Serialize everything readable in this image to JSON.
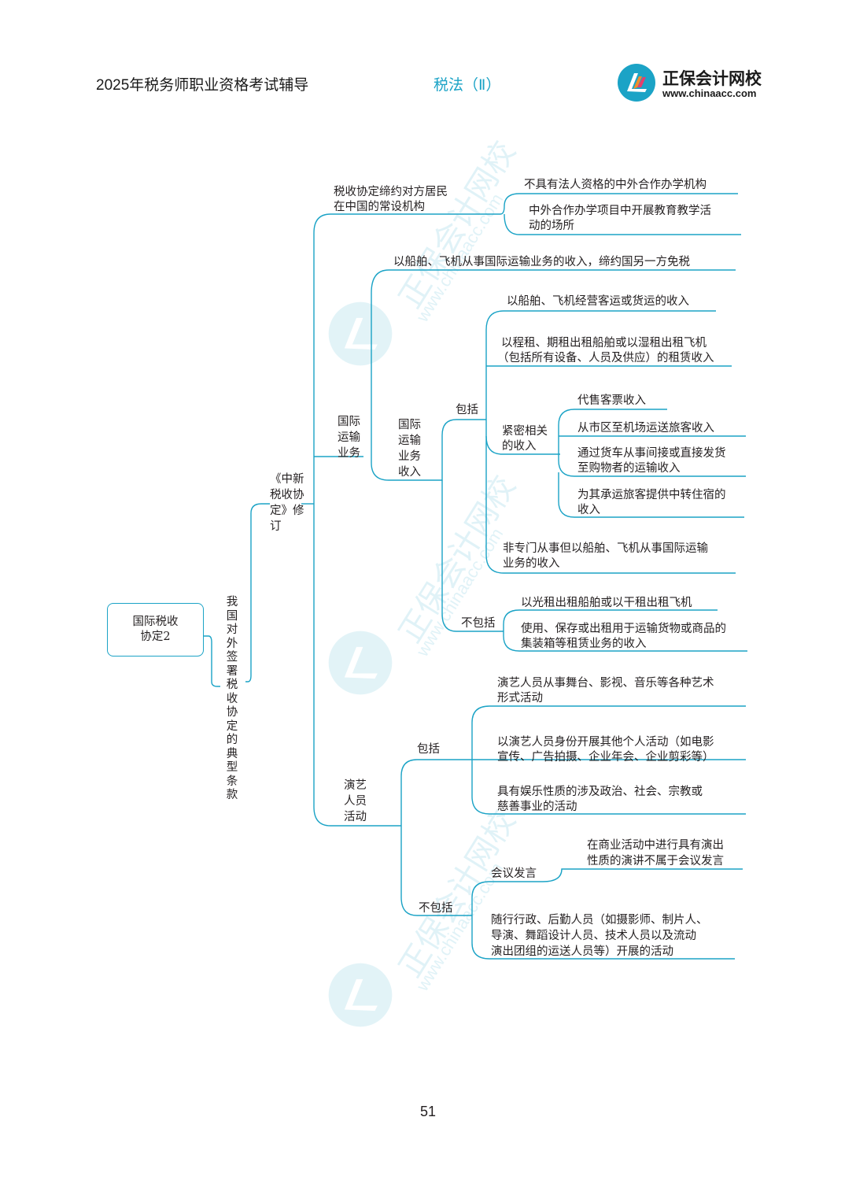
{
  "header": {
    "left_title": "2025年税务师职业资格考试辅导",
    "center_title": "税法（Ⅱ）",
    "logo_name": "正保会计网校",
    "logo_url": "www.chinaacc.com"
  },
  "watermark": {
    "name": "正保会计网校",
    "url": "www.chinaacc.com"
  },
  "colors": {
    "accent": "#1ba3c6",
    "text": "#231f20"
  },
  "mindmap": {
    "root": "国际税收协定2",
    "branch": "我国对外签署税收协定的典型条款",
    "revision": "《中新税收协定》修订",
    "pe": {
      "title": [
        "税收协定缔约对方居民",
        "在中国的常设机构"
      ],
      "items": [
        [
          "不具有法人资格的中外合作办学机构"
        ],
        [
          "中外合作办学项目中开展教育教学活",
          "动的场所"
        ]
      ]
    },
    "transport": {
      "title": "国际运输业务",
      "exempt": "以船舶、飞机从事国际运输业务的收入，缔约国另一方免税",
      "income_title": "国际运输业务收入",
      "include_label": "包括",
      "include": [
        [
          "以船舶、飞机经营客运或货运的收入"
        ],
        [
          "以程租、期租出租船舶或以湿租出租飞机",
          "（包括所有设备、人员及供应）的租赁收入"
        ],
        [
          "非专门从事但以船舶、飞机从事国际运输",
          "业务的收入"
        ]
      ],
      "related_title": [
        "紧密相关",
        "的收入"
      ],
      "related": [
        [
          "代售客票收入"
        ],
        [
          "从市区至机场运送旅客收入"
        ],
        [
          "通过货车从事间接或直接发货",
          "至购物者的运输收入"
        ],
        [
          "为其承运旅客提供中转住宿的",
          "收入"
        ]
      ],
      "exclude_label": "不包括",
      "exclude": [
        [
          "以光租出租船舶或以干租出租飞机"
        ],
        [
          "使用、保存或出租用于运输货物或商品的",
          "集装箱等租赁业务的收入"
        ]
      ]
    },
    "performer": {
      "title": "演艺人员活动",
      "include_label": "包括",
      "include": [
        [
          "演艺人员从事舞台、影视、音乐等各种艺术",
          "形式活动"
        ],
        [
          "以演艺人员身份开展其他个人活动（如电影",
          "宣传、广告拍摄、企业年会、企业剪彩等）"
        ],
        [
          "具有娱乐性质的涉及政治、社会、宗教或",
          "慈善事业的活动"
        ]
      ],
      "exclude_label": "不包括",
      "meeting_label": "会议发言",
      "meeting": [
        "在商业活动中进行具有演出",
        "性质的演讲不属于会议发言"
      ],
      "exclude": [
        [
          "随行行政、后勤人员（如摄影师、制片人、",
          "导演、舞蹈设计人员、技术人员以及流动",
          "演出团组的运送人员等）开展的活动"
        ]
      ]
    }
  },
  "page_number": "51"
}
